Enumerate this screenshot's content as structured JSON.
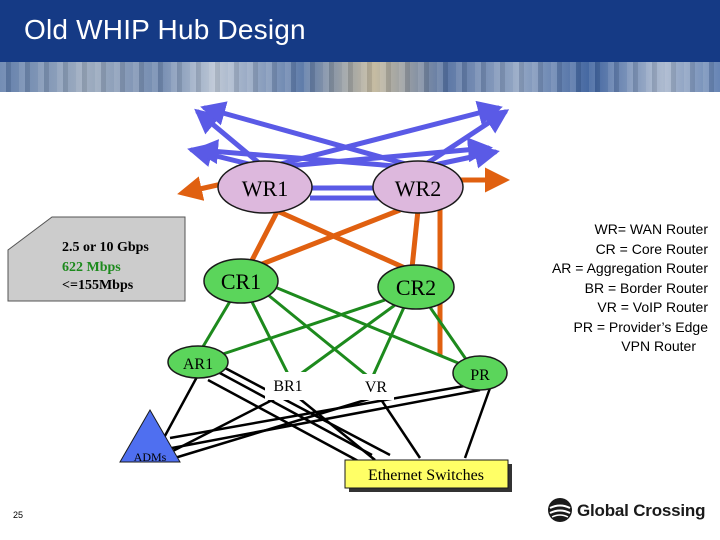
{
  "header": {
    "title": "Old WHIP Hub Design"
  },
  "nodes": {
    "wr1": "WR1",
    "wr2": "WR2",
    "cr1": "CR1",
    "cr2": "CR2",
    "ar1": "AR1",
    "br1": "BR1",
    "vr": "VR",
    "pr": "PR",
    "adms": "ADMs",
    "ethernet": "Ethernet Switches"
  },
  "link_key": {
    "line1": "2.5  or 10 Gbps",
    "line2": "622 Mbps",
    "line3": "<=155Mbps"
  },
  "legend": [
    "WR= WAN Router",
    "CR = Core Router",
    "AR = Aggregation Router",
    "BR = Border Router",
    "VR = VoIP Router",
    "PR = Provider’s Edge",
    "VPN Router"
  ],
  "footer": {
    "page_number": "25",
    "logo_text": "Global Crossing"
  },
  "colors": {
    "header": "#153a85",
    "wan_link": "#5a5ae6",
    "gbps_link": "#e06010",
    "mbps622_link": "#1d8a1d",
    "slow_link": "#000000",
    "wr_node": "#ddb8dd",
    "cr_node": "#5bd55b",
    "ar_node": "#5bd55b",
    "pr_node": "#5bd55b",
    "adms_node": "#4f6ff0",
    "ethernet_node": "#ffff66",
    "key_box": "#cccccc"
  }
}
